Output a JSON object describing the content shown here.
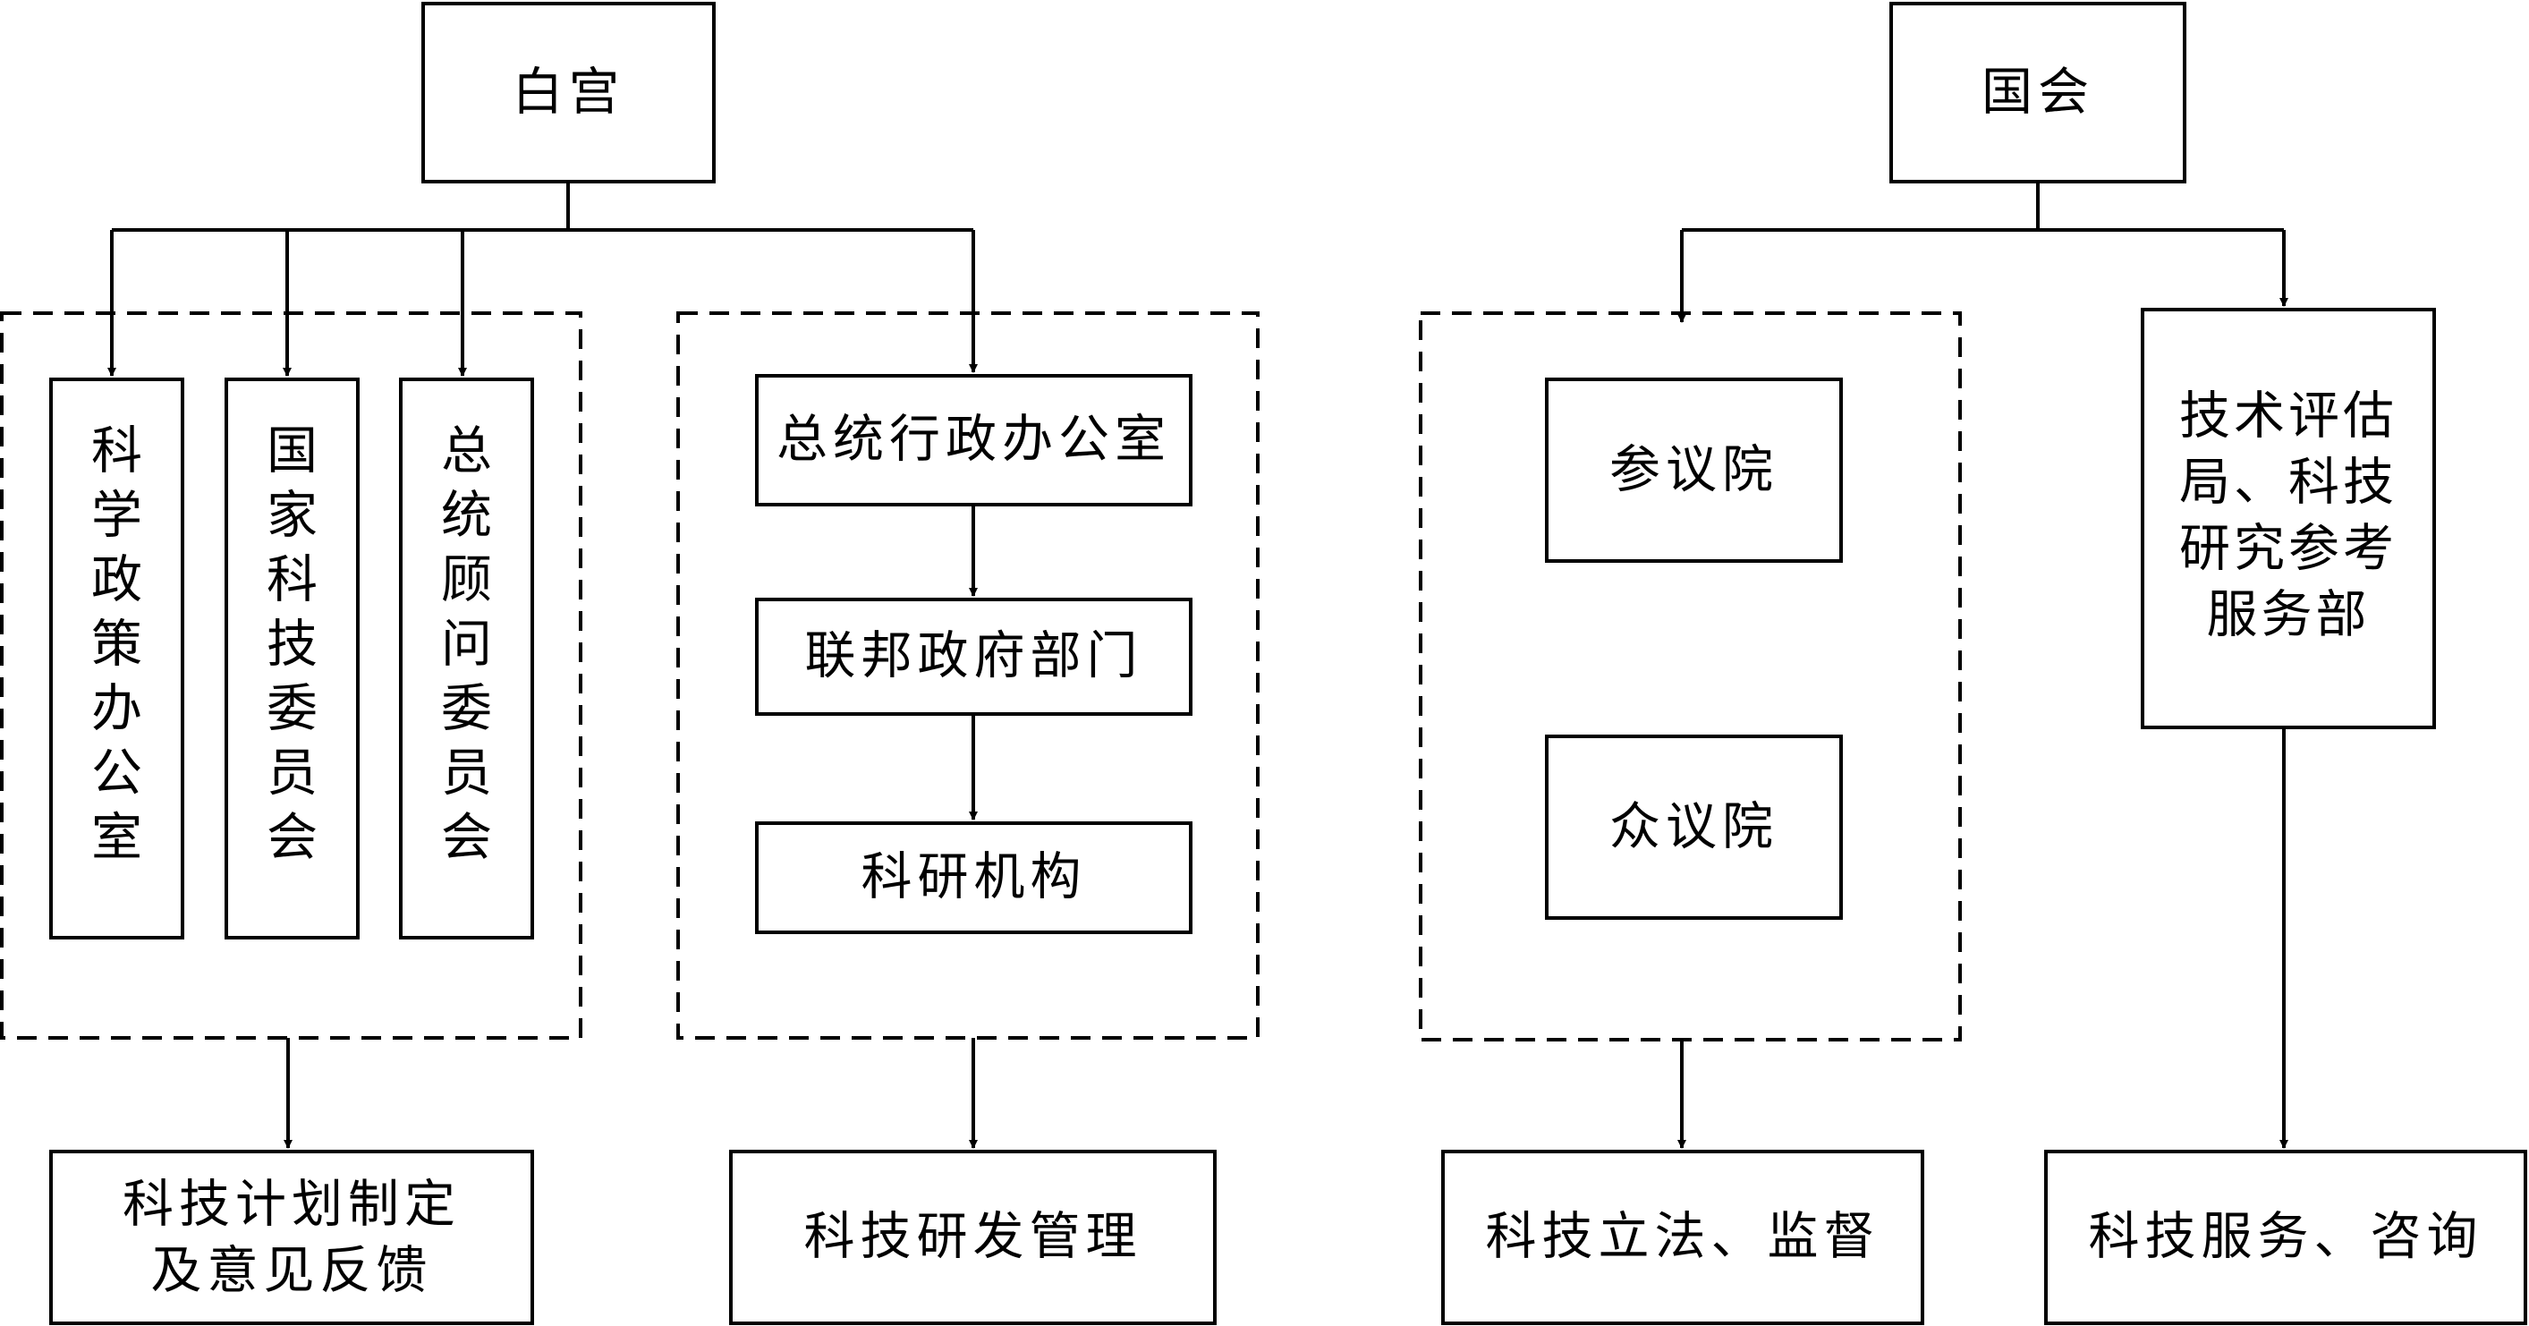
{
  "nodes": {
    "white_house": "白宫",
    "congress": "国会",
    "ostp": "科\n学\n政\n策\n办\n公\n室",
    "nstc": "国\n家\n科\n技\n委\n员\n会",
    "pcast": "总\n统\n顾\n问\n委\n员\n会",
    "eop": "总统行政办公室",
    "federal_depts": "联邦政府部门",
    "research_inst": "科研机构",
    "senate": "参议院",
    "house": "众议院",
    "support_agencies": "技术评估\n局、科技\n研究参考\n服务部"
  },
  "outcomes": {
    "plan": "科技计划制定\n及意见反馈",
    "rd_mgmt": "科技研发管理",
    "legislation": "科技立法、监督",
    "service": "科技服务、咨询"
  }
}
